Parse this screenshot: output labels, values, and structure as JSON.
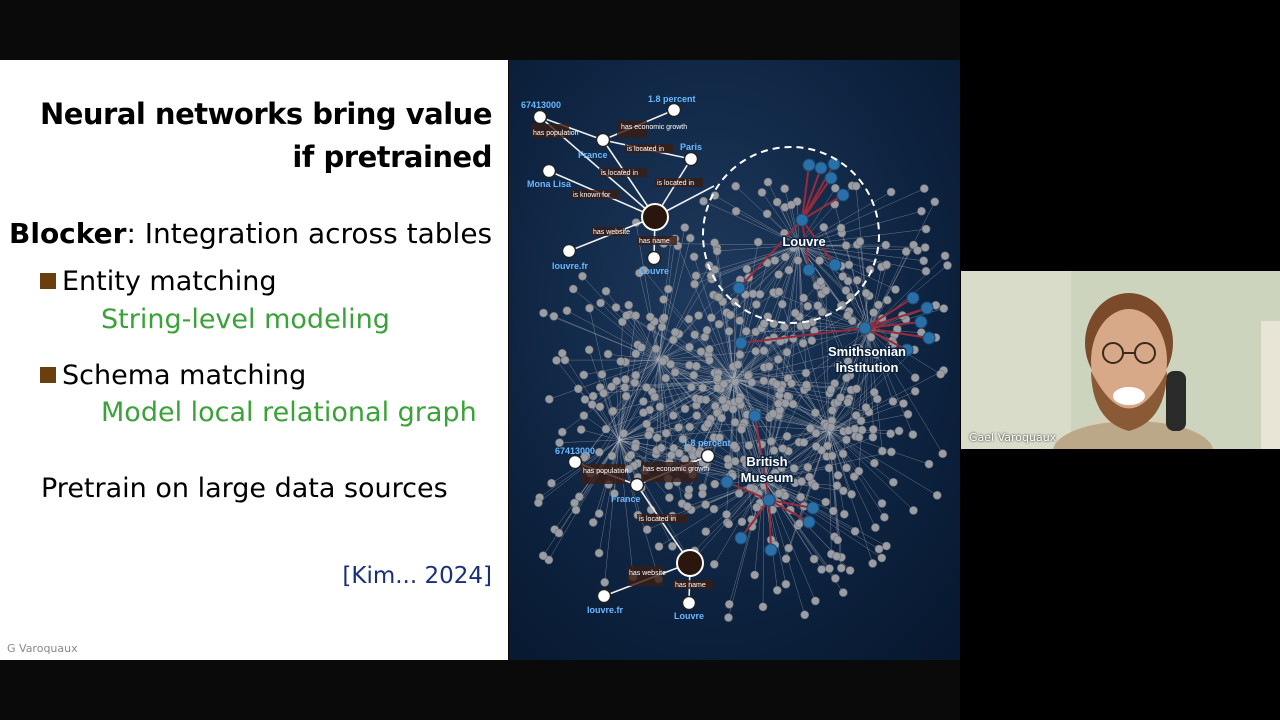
{
  "slide": {
    "title_line1": "Neural networks bring value",
    "title_line2": "if pretrained",
    "blocker_label": "Blocker",
    "blocker_text": ": Integration across tables",
    "bullets": [
      {
        "label": "Entity matching",
        "sub": "String-level modeling"
      },
      {
        "label": "Schema matching",
        "sub": "Model local relational graph"
      }
    ],
    "pretrain": "Pretrain on large data sources",
    "citation": "[Kim... 2024]",
    "footer": "G Varoquaux"
  },
  "graph": {
    "hubs": [
      "Louvre",
      "Smithsonian Institution",
      "British Museum"
    ],
    "top_cluster": {
      "nodes": [
        "67413000",
        "1.8 percent",
        "France",
        "Paris",
        "Mona Lisa",
        "louvre.fr",
        "Louvre"
      ],
      "edges": [
        "has population",
        "has economic growth",
        "is located in",
        "is located in",
        "is located in",
        "is known for",
        "has website",
        "has name"
      ]
    },
    "bottom_cluster": {
      "nodes": [
        "67413000",
        "1.8 percent",
        "France",
        "louvre.fr",
        "Louvre"
      ],
      "edges": [
        "has population",
        "has economic growth",
        "is located in",
        "has website",
        "has name"
      ]
    }
  },
  "participant": {
    "name": "Gael Varoquaux"
  },
  "colors": {
    "bullet_square": "#6a3f0e",
    "sub_text": "#3aa238",
    "citation": "#1a2f7c",
    "graph_edge_highlight": "#9a2a3a",
    "graph_node_blue": "#2a6fa6",
    "graph_label_blue": "#6ab8ff"
  }
}
